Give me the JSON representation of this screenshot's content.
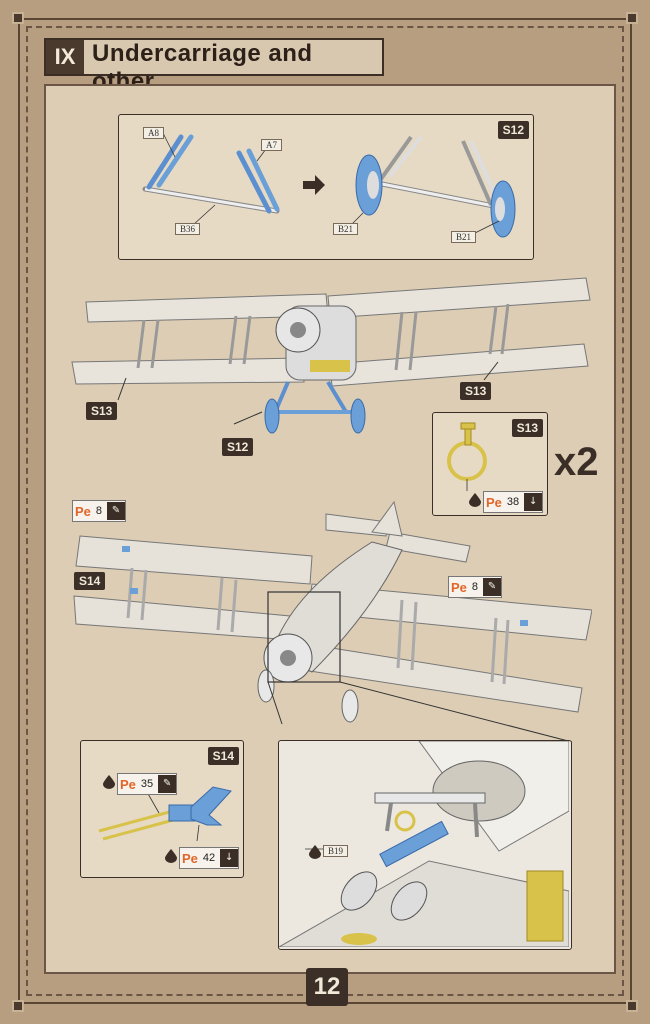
{
  "header": {
    "step": "IX",
    "title": "Undercarriage and other"
  },
  "page_number": "12",
  "quantity": "x2",
  "steps": {
    "s12": "S12",
    "s13": "S13",
    "s14": "S14"
  },
  "parts": {
    "a8": "A8",
    "a7": "A7",
    "b36": "B36",
    "b21": "B21",
    "b19": "B19"
  },
  "paints": {
    "pe8": {
      "code": "Pe",
      "num": "8"
    },
    "pe38": {
      "code": "Pe",
      "num": "38"
    },
    "pe35": {
      "code": "Pe",
      "num": "35"
    },
    "pe42": {
      "code": "Pe",
      "num": "42"
    }
  },
  "colors": {
    "accent_orange": "#e0662a",
    "part_blue": "#6a9fd8",
    "brass": "#d8c24a",
    "dark_tag": "#3b2f28",
    "paper": "#dccdb4"
  }
}
